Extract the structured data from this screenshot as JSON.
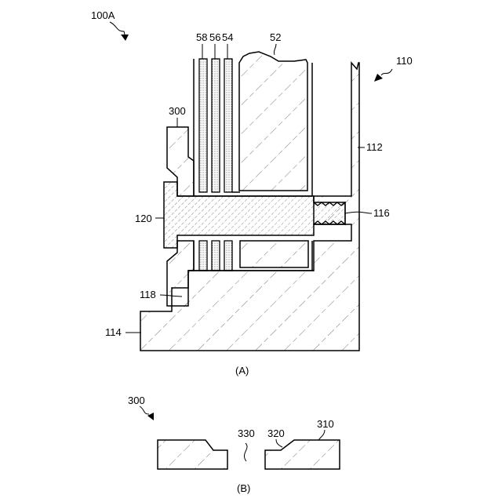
{
  "figure_a": {
    "caption": "(A)",
    "labels": {
      "assembly": "100A",
      "l58": "58",
      "l56": "56",
      "l54": "54",
      "l52": "52",
      "l110": "110",
      "l300": "300",
      "l112": "112",
      "l116": "116",
      "l120": "120",
      "l118": "118",
      "l114": "114"
    }
  },
  "figure_b": {
    "caption": "(B)",
    "labels": {
      "l300": "300",
      "l330": "330",
      "l320": "320",
      "l310": "310"
    }
  }
}
